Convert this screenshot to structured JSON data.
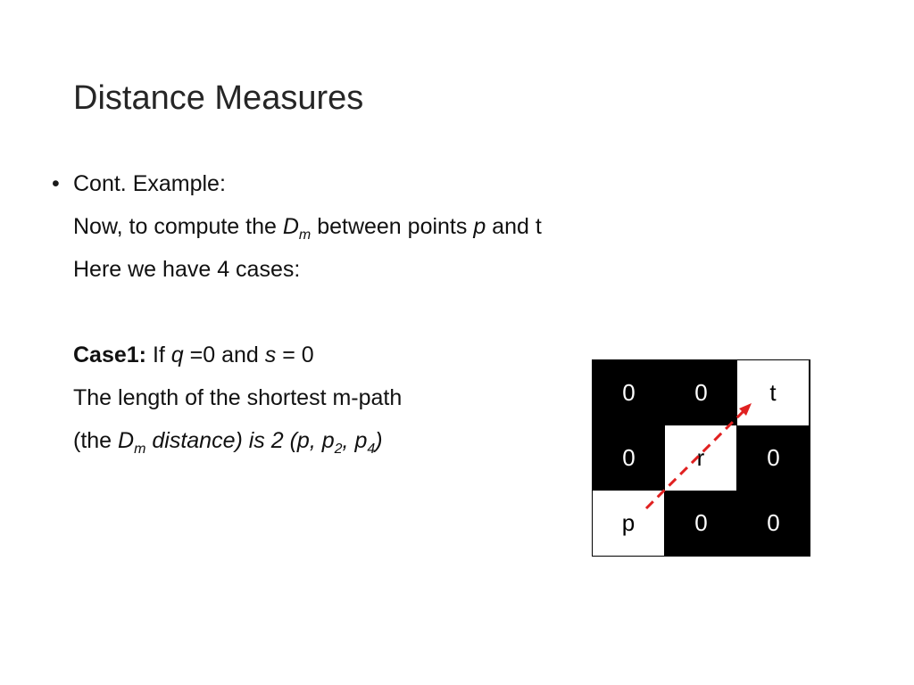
{
  "slide": {
    "title": "Distance Measures",
    "bullet_char": "•",
    "lines": {
      "l1": "Cont. Example:",
      "l2_a": "Now, to compute the ",
      "l2_D": "D",
      "l2_sub": "m",
      "l2_b": " between points ",
      "l2_p": "p",
      "l2_c": " and t",
      "l3": "Here we have 4 cases:",
      "l5_bold": "Case1:",
      "l5_a": " If ",
      "l5_q": "q",
      "l5_b": " =0 and ",
      "l5_s": "s",
      "l5_c": " = 0",
      "l6": "The length of the shortest m-path",
      "l7_a": "(the ",
      "l7_D": "D",
      "l7_sub": "m",
      "l7_b": " distance) is 2 (p, p",
      "l7_sub2": "2",
      "l7_c": ", p",
      "l7_sub4": "4",
      "l7_d": ")"
    }
  },
  "grid": {
    "cells": [
      {
        "label": "0",
        "fill": "black"
      },
      {
        "label": "0",
        "fill": "black"
      },
      {
        "label": "t",
        "fill": "white"
      },
      {
        "label": "0",
        "fill": "black"
      },
      {
        "label": "r",
        "fill": "white"
      },
      {
        "label": "0",
        "fill": "black"
      },
      {
        "label": "p",
        "fill": "white"
      },
      {
        "label": "0",
        "fill": "black"
      },
      {
        "label": "0",
        "fill": "black"
      }
    ],
    "path_color": "#e02020"
  }
}
